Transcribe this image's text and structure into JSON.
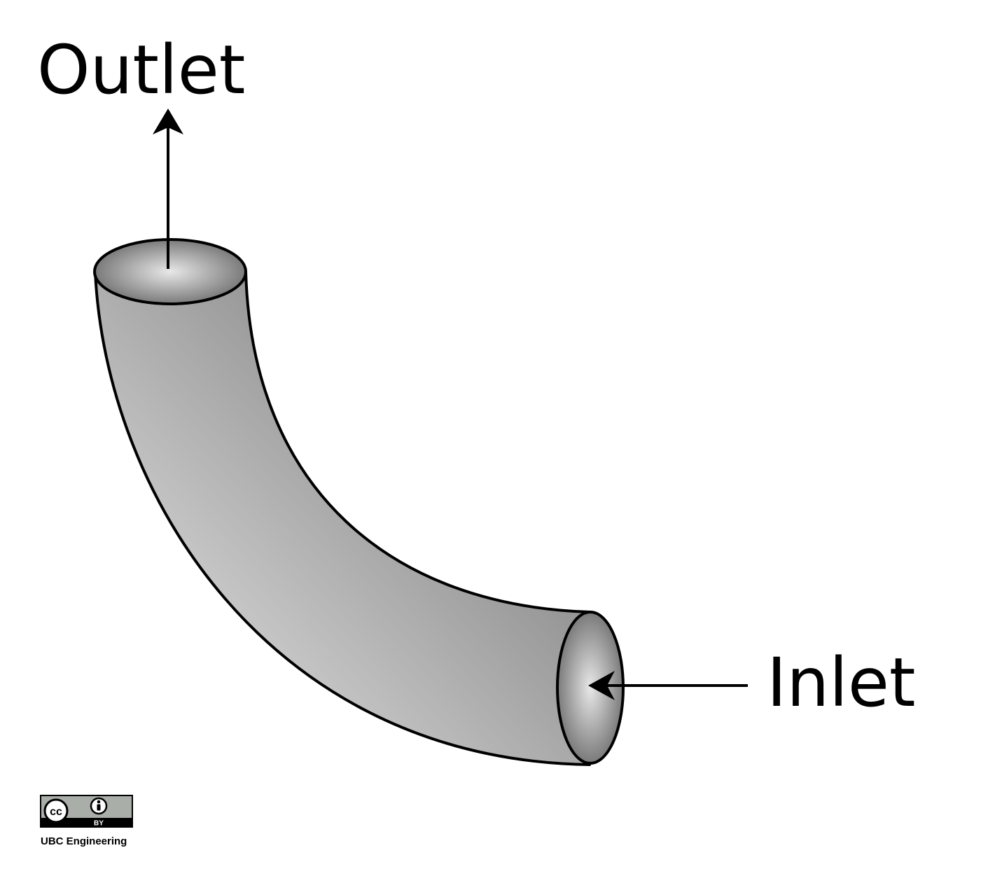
{
  "labels": {
    "outlet": "Outlet",
    "inlet": "Inlet"
  },
  "license": {
    "cc_mark": "cc",
    "by_mark": "BY",
    "attribution": "UBC Engineering"
  },
  "icons": {
    "cc": "creative-commons-icon",
    "attribution": "attribution-person-icon"
  },
  "colors": {
    "pipe_light": "#d2d2d2",
    "pipe_dark": "#858585",
    "opening_center": "#e6e6e6",
    "opening_edge": "#7a7a7a",
    "stroke": "#000000",
    "badge_gray": "#a9aea9"
  }
}
